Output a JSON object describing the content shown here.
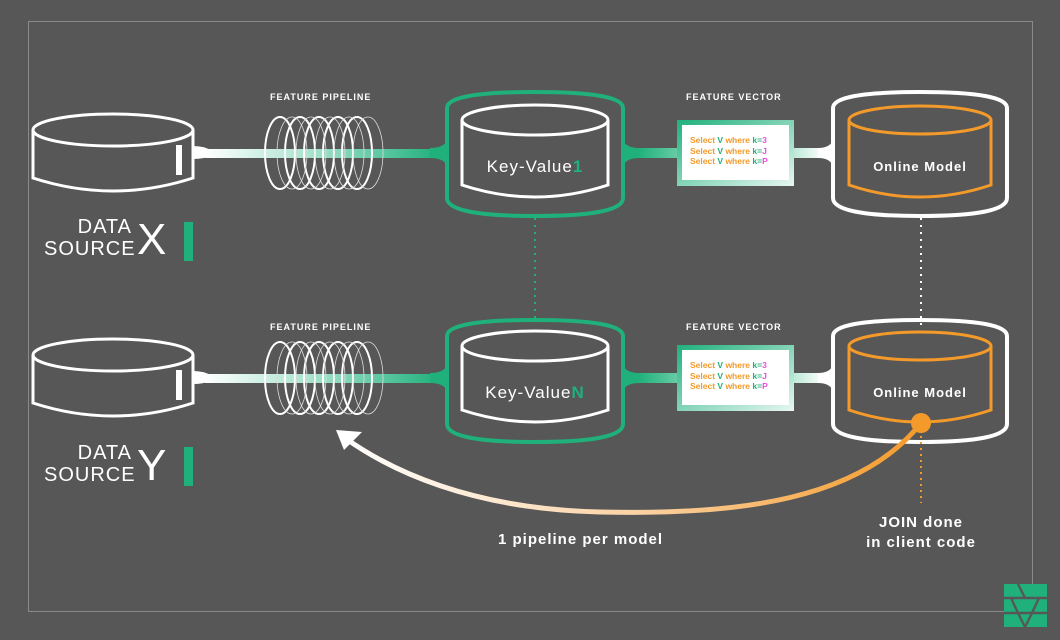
{
  "colors": {
    "background": "#575757",
    "green": "#1fb07c",
    "orange": "#f49a2a",
    "white": "#ffffff",
    "pink": "#e94de4",
    "query_key": "#1fb07c",
    "query_text": "#f49a2a"
  },
  "rows": [
    {
      "pipeline_label": "FEATURE PIPELINE",
      "vector_label": "FEATURE VECTOR",
      "data_source": {
        "line1": "DATA",
        "line2": "SOURCE",
        "letter": "X"
      },
      "key_value": {
        "prefix": "Key-Value",
        "suffix": "1"
      },
      "online_model": "Online Model",
      "queries": [
        {
          "select": "Select",
          "var": "V",
          "where": "where",
          "key": "k=",
          "val": "3"
        },
        {
          "select": "Select",
          "var": "V",
          "where": "where",
          "key": "k=",
          "val": "J"
        },
        {
          "select": "Select",
          "var": "V",
          "where": "where",
          "key": "k=",
          "val": "P"
        }
      ]
    },
    {
      "pipeline_label": "FEATURE PIPELINE",
      "vector_label": "FEATURE VECTOR",
      "data_source": {
        "line1": "DATA",
        "line2": "SOURCE",
        "letter": "Y"
      },
      "key_value": {
        "prefix": "Key-Value",
        "suffix": "N"
      },
      "online_model": "Online Model",
      "queries": [
        {
          "select": "Select",
          "var": "V",
          "where": "where",
          "key": "k=",
          "val": "3"
        },
        {
          "select": "Select",
          "var": "V",
          "where": "where",
          "key": "k=",
          "val": "J"
        },
        {
          "select": "Select",
          "var": "V",
          "where": "where",
          "key": "k=",
          "val": "P"
        }
      ]
    }
  ],
  "annotations": {
    "pipeline_per_model": "1 pipeline per model",
    "join_line1": "JOIN done",
    "join_line2": "in client code"
  },
  "logo": {
    "name": "brand-logo"
  }
}
